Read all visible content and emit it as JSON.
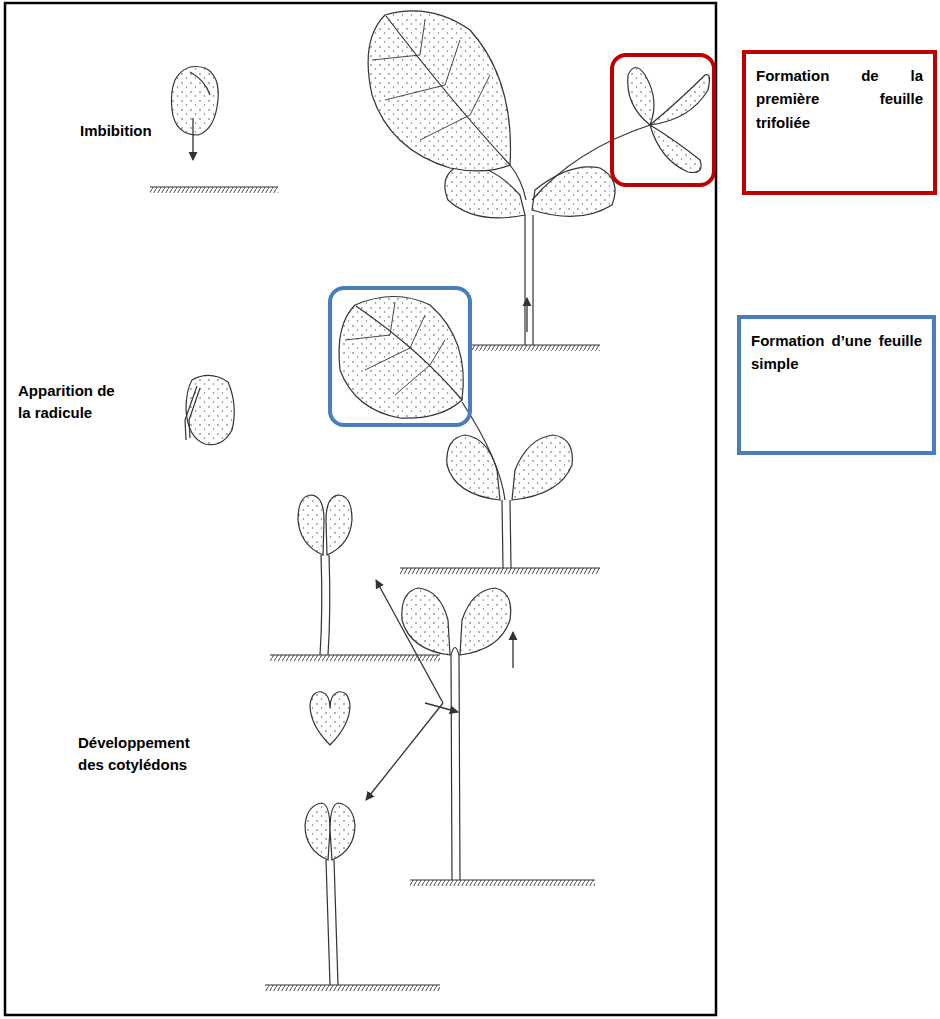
{
  "diagram": {
    "nodes": [
      {
        "text": [
          "Formation de la première feuille trifoliée"
        ]
      },
      {
        "text": [
          "Formation d’une feuille simple"
        ]
      }
    ],
    "labels": [
      "Imbibition",
      "Apparition de la radicule",
      "Développement des cotylédons"
    ]
  }
}
